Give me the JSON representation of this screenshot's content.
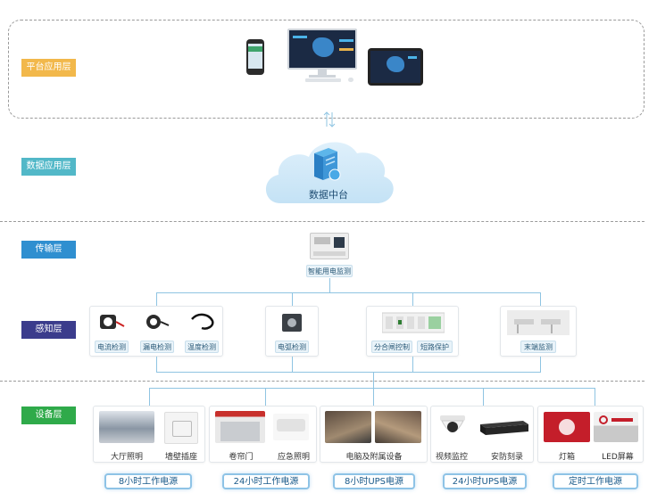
{
  "layers": {
    "platform": {
      "label": "平台应用层",
      "color": "#f2b84b"
    },
    "data": {
      "label": "数据应用层",
      "color": "#52b8c8"
    },
    "transport": {
      "label": "传输层",
      "color": "#2f8fd0"
    },
    "sensing": {
      "label": "感知层",
      "color": "#3b3c8c"
    },
    "device": {
      "label": "设备层",
      "color": "#2faa4a"
    }
  },
  "data_center": {
    "label": "数据中台"
  },
  "monitor_device": {
    "label": "智能用电监测"
  },
  "sensing_groups": [
    {
      "items": [
        "电流检测",
        "漏电检测",
        "温度检测"
      ]
    },
    {
      "items": [
        "电弧检测"
      ]
    },
    {
      "items": [
        "分合闸控制",
        "短路保护"
      ]
    },
    {
      "items": [
        "末端监测"
      ]
    }
  ],
  "device_groups": [
    {
      "items": [
        "大厅照明",
        "墙壁插座"
      ],
      "power": "8小时工作电源"
    },
    {
      "items": [
        "卷帘门",
        "应急照明"
      ],
      "power": "24小时工作电源"
    },
    {
      "items": [
        "电脑及附属设备"
      ],
      "power": "8小时UPS电源"
    },
    {
      "items": [
        "视频监控",
        "安防刻录"
      ],
      "power": "24小时UPS电源"
    },
    {
      "items": [
        "灯箱",
        "LED屏幕"
      ],
      "power": "定时工作电源"
    }
  ],
  "colors": {
    "wire": "#8fc4e2",
    "accent": "#1a5a8a"
  }
}
